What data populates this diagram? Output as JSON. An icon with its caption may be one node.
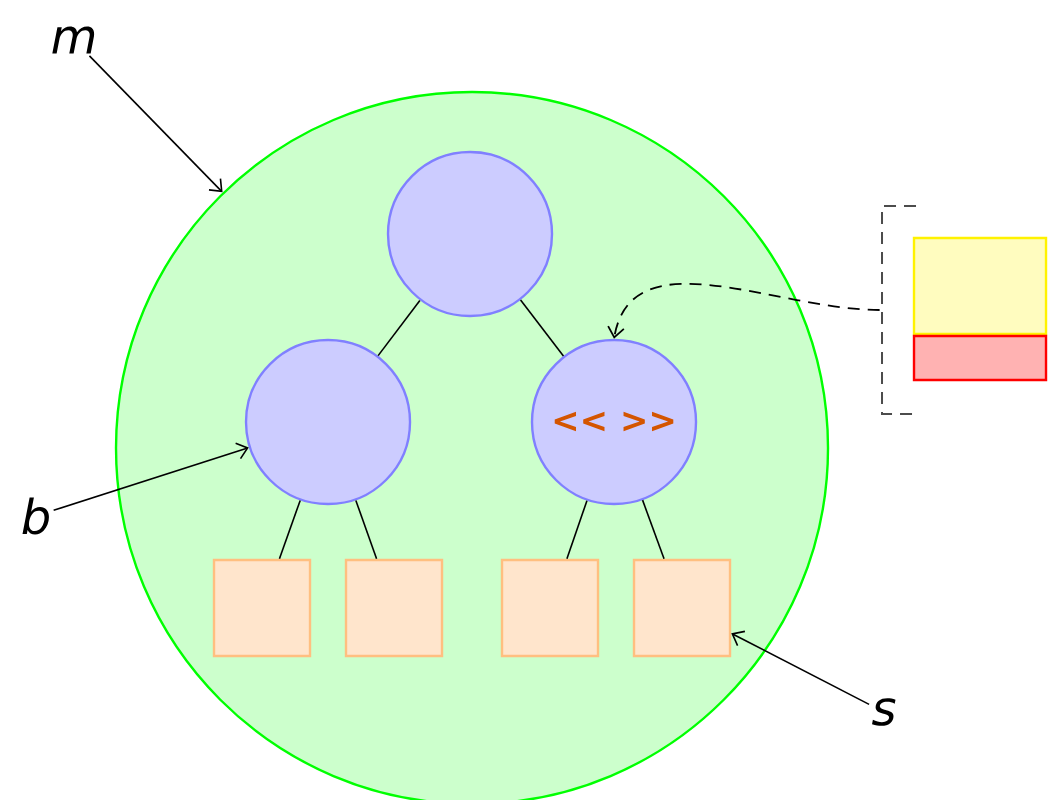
{
  "diagram": {
    "nodes": [
      {
        "text": [],
        "shape": "circle"
      },
      {
        "text": [],
        "shape": "circle",
        "in": 0
      },
      {
        "text": [],
        "shape": "circle",
        "in": 0
      },
      {
        "text": [
          "<< >>"
        ],
        "in": 0
      },
      {
        "text": [],
        "shape": "box",
        "in": 0
      },
      {
        "text": [],
        "shape": "box",
        "in": 0
      },
      {
        "text": [],
        "shape": "box",
        "in": 0
      },
      {
        "text": [],
        "shape": "box",
        "in": 0
      },
      {
        "text": [
          "m"
        ]
      },
      {
        "text": [
          "b"
        ]
      },
      {
        "text": [
          "s"
        ]
      },
      {
        "text": [],
        "shape": "bar"
      },
      {
        "text": [],
        "shape": "box"
      },
      {
        "text": [],
        "shape": "box"
      }
    ],
    "edges": [
      {
        "from": 1,
        "to": 2,
        "arrow": "none"
      },
      {
        "from": 1,
        "to": 3,
        "arrow": "none"
      },
      {
        "from": 2,
        "to": 4,
        "arrow": "none"
      },
      {
        "from": 2,
        "to": 5,
        "arrow": "none"
      },
      {
        "from": 3,
        "to": 6,
        "arrow": "none"
      },
      {
        "from": 3,
        "to": 7,
        "arrow": "none"
      },
      {
        "from": 8,
        "to": 0,
        "arrow": "to"
      },
      {
        "from": 9,
        "to": 2,
        "arrow": "to"
      },
      {
        "from": 10,
        "to": 7,
        "arrow": "to"
      },
      {
        "from": 11,
        "to": 3,
        "arrow": "to",
        "style": "dashed"
      }
    ]
  }
}
